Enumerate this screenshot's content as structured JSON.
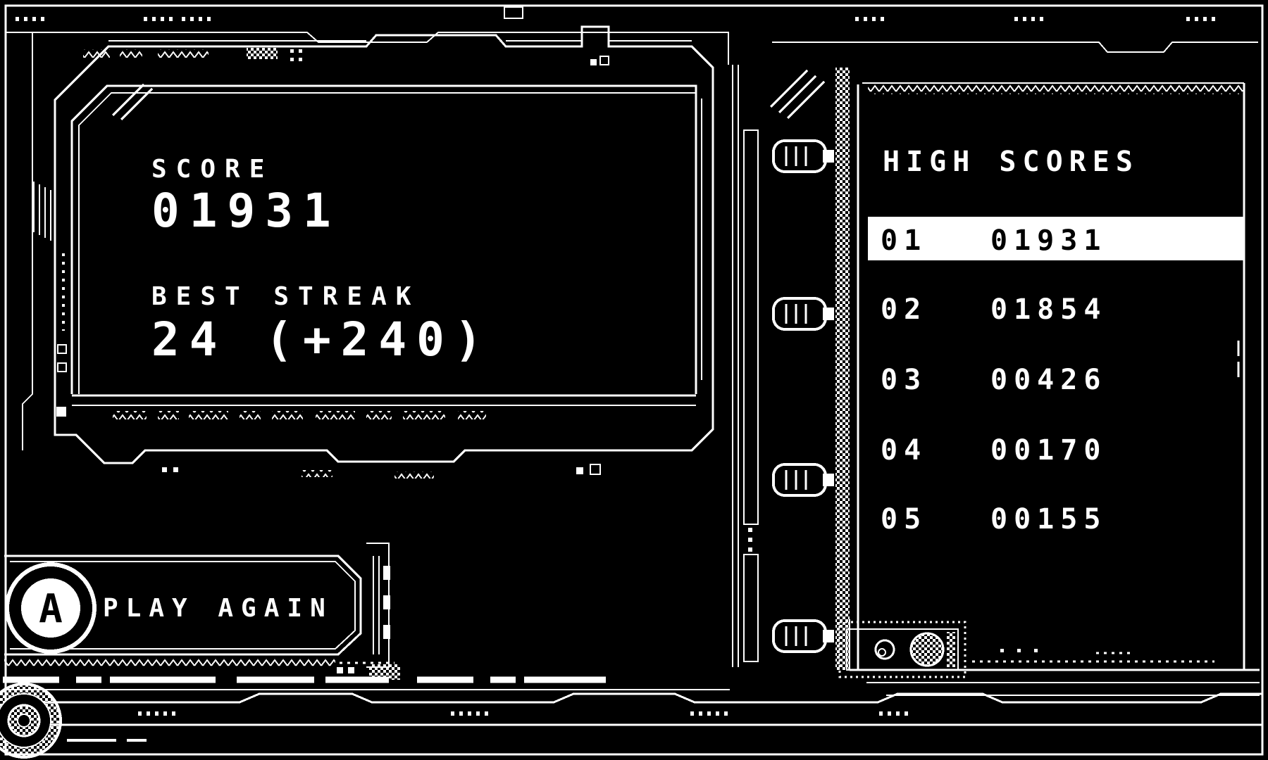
{
  "colors": {
    "background": "#000000",
    "foreground": "#ffffff",
    "highlight_bg": "#ffffff",
    "highlight_text": "#000000"
  },
  "score_panel": {
    "score_label": "SCORE",
    "score_value": "01931",
    "streak_label": "BEST STREAK",
    "streak_value": "24 (+240)"
  },
  "play_again_button": {
    "label": "PLAY AGAIN",
    "gamepad_key": "A"
  },
  "high_scores": {
    "title": "HIGH SCORES",
    "entries": [
      {
        "rank": "01",
        "score": "01931",
        "highlighted": true
      },
      {
        "rank": "02",
        "score": "01854",
        "highlighted": false
      },
      {
        "rank": "03",
        "score": "00426",
        "highlighted": false
      },
      {
        "rank": "04",
        "score": "00170",
        "highlighted": false
      },
      {
        "rank": "05",
        "score": "00155",
        "highlighted": false
      }
    ]
  }
}
